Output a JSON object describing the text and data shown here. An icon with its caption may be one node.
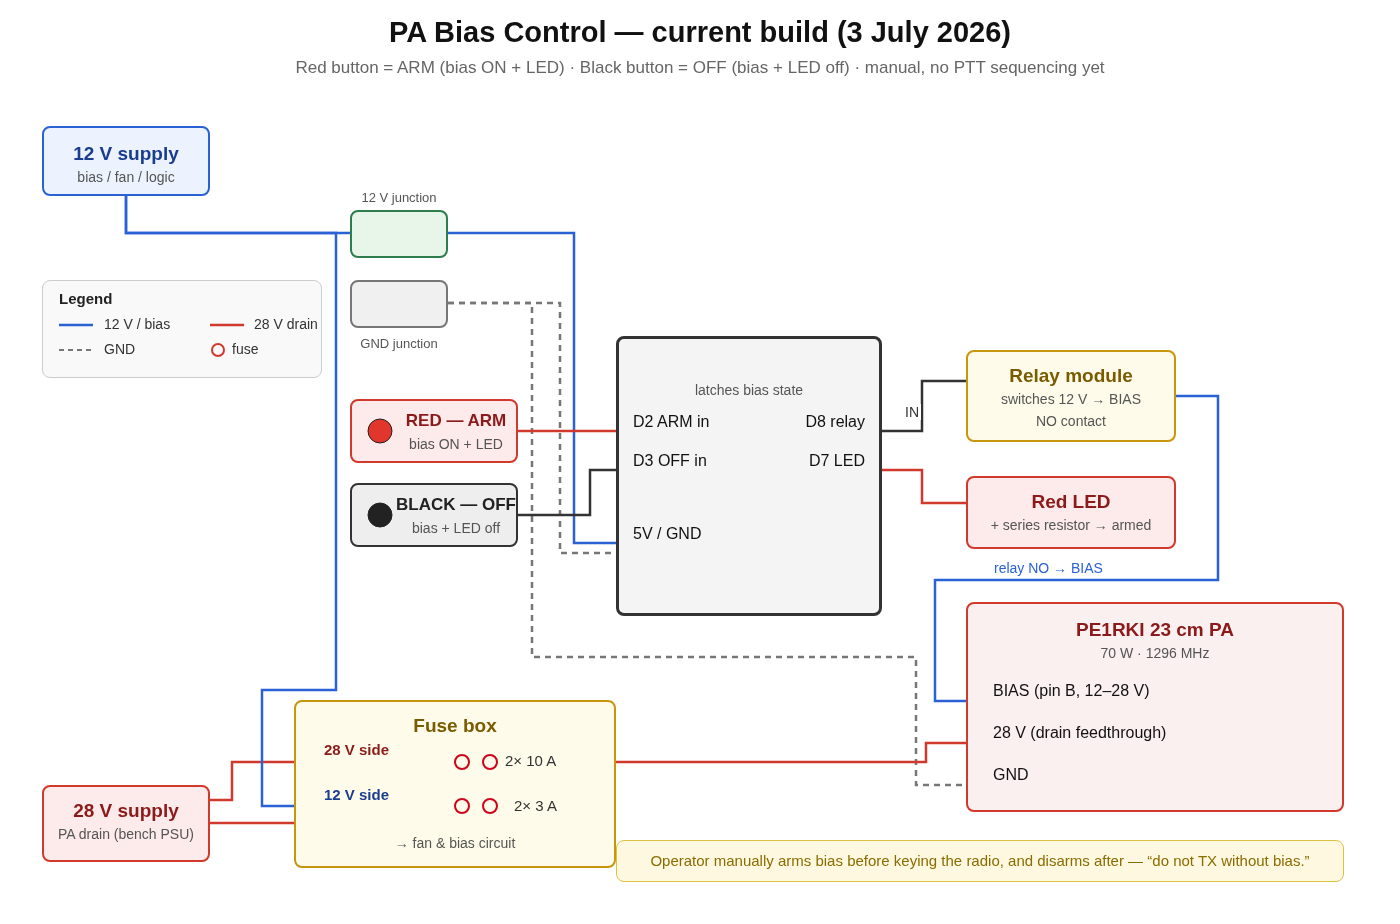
{
  "diagram": {
    "title": "PA Bias Control — current build (3 July 2026)",
    "caption": "Red button = ARM (bias ON + LED) · Black button = OFF (bias + LED off) · manual, no PTT sequencing yet",
    "nodes": [
      {
        "text": [
          "12 V supply",
          "bias / fan / logic"
        ]
      },
      {
        "text": [],
        "shape": "box",
        "beside": [
          "12 V junction"
        ]
      },
      {
        "text": [],
        "shape": "box",
        "beside": [
          "GND junction"
        ]
      },
      {
        "text": [
          "RED — ARM",
          "bias ON + LED"
        ]
      },
      {
        "text": [
          "BLACK — OFF",
          "bias + LED off"
        ]
      },
      {
        "text": [
          "latches bias state"
        ]
      },
      {
        "text": [
          "D2 ARM in"
        ],
        "in": 5
      },
      {
        "text": [
          "D3 OFF in"
        ],
        "in": 5
      },
      {
        "text": [
          "5V / GND"
        ],
        "in": 5
      },
      {
        "text": [
          "D8 relay"
        ],
        "in": 5
      },
      {
        "text": [
          "D7 LED"
        ],
        "in": 5
      },
      {
        "text": [
          "Relay module",
          "switches 12 V → BIAS",
          "NO contact"
        ]
      },
      {
        "text": [
          "Red LED",
          "+ series resistor → armed"
        ]
      },
      {
        "text": [
          "PE1RKI 23 cm PA",
          "70 W · 1296 MHz"
        ]
      },
      {
        "text": [
          "BIAS (pin B, 12–28 V)"
        ],
        "in": 13
      },
      {
        "text": [
          "28 V (drain feedthrough)"
        ],
        "in": 13
      },
      {
        "text": [
          "GND"
        ],
        "in": 13
      },
      {
        "text": [
          "28 V supply",
          "PA drain (bench PSU)"
        ]
      },
      {
        "text": [
          "Fuse box",
          "→ fan & bias circuit"
        ]
      },
      {
        "text": [
          "28 V side"
        ],
        "in": 18
      },
      {
        "text": [
          "12 V side"
        ],
        "in": 18
      },
      {
        "text": [
          "Operator manually arms bias before keying the radio, and disarms after — “do not TX without bias.”"
        ]
      }
    ],
    "edges": [
      {
        "from": 0,
        "to": 1,
        "arrow": "none",
        "color": "#2a62d6"
      },
      {
        "from": 1,
        "to": 8,
        "arrow": "none",
        "color": "#2a62d6"
      },
      {
        "from": 2,
        "to": 8,
        "arrow": "none",
        "style": "dashed",
        "color": "#777777"
      },
      {
        "from": 2,
        "to": 16,
        "arrow": "none",
        "style": "dashed",
        "color": "#777777"
      },
      {
        "from": 3,
        "to": 6,
        "arrow": "none"
      },
      {
        "from": 4,
        "to": 7,
        "arrow": "none",
        "color": "#333333"
      },
      {
        "from": 9,
        "to": 11,
        "arrow": "none",
        "label": "IN",
        "color": "#333333"
      },
      {
        "from": 10,
        "to": 12,
        "arrow": "none"
      },
      {
        "from": 11,
        "to": 14,
        "arrow": "none",
        "label": "relay NO → BIAS",
        "color": "#2a62d6"
      },
      {
        "from": 17,
        "to": 19,
        "arrow": "none"
      },
      {
        "from": 17,
        "to": 18,
        "arrow": "none"
      },
      {
        "from": 18,
        "to": 15,
        "arrow": "none"
      },
      {
        "from": 0,
        "to": 20,
        "arrow": "none",
        "color": "#2a62d6"
      }
    ],
    "labels": [
      "Legend",
      "2× 10 A",
      "2× 3 A"
    ],
    "legend": [
      {
        "text": "12 V / bias"
      },
      {
        "text": "GND"
      },
      {
        "text": "28 V drain"
      },
      {
        "text": "fuse"
      }
    ]
  }
}
